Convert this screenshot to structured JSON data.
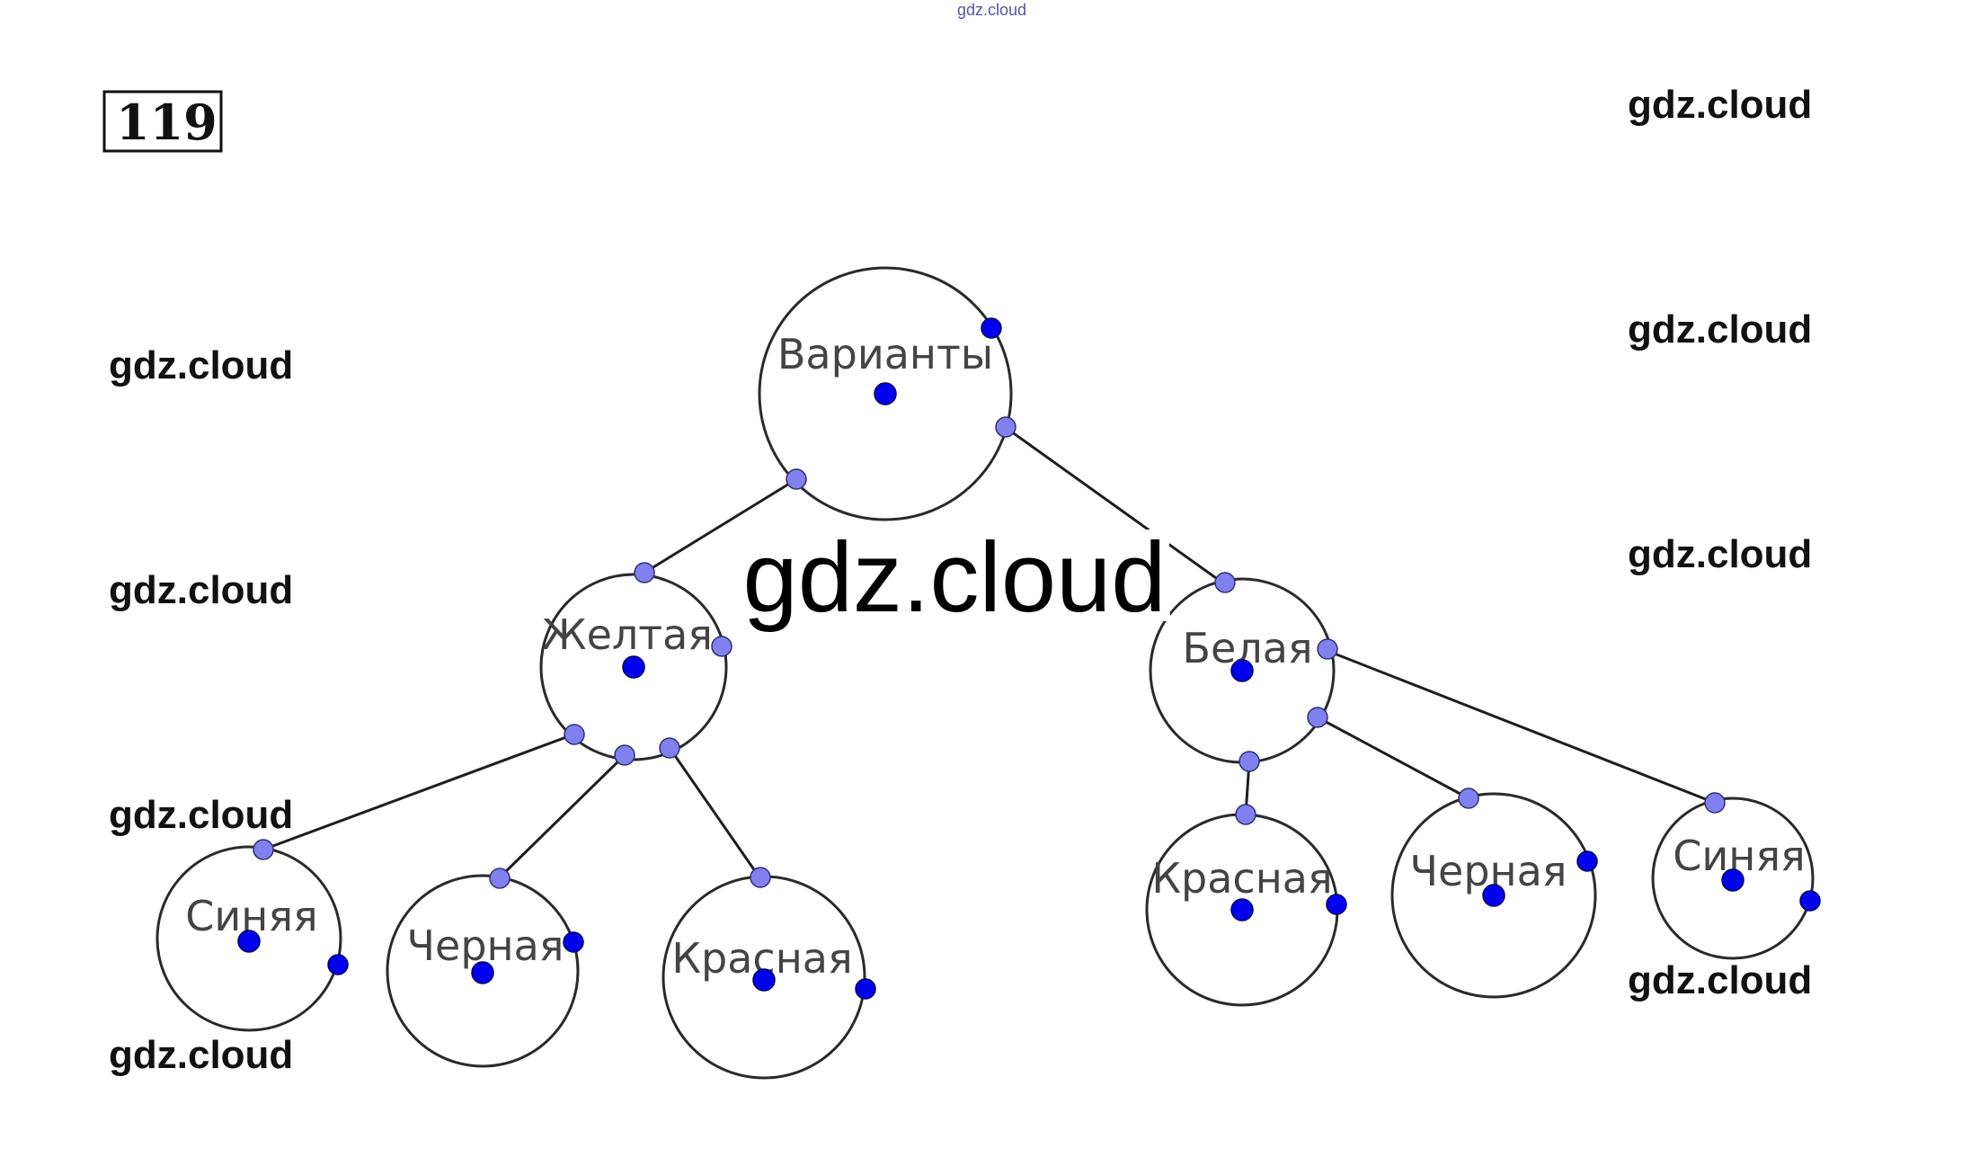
{
  "problem": {
    "number": "119"
  },
  "watermarks": {
    "top": "gdz.cloud",
    "center": "gdz.cloud",
    "side": "gdz.cloud"
  },
  "tree": {
    "root": "Варианты",
    "branches": [
      {
        "label": "Желтая",
        "children": [
          "Синяя",
          "Черная",
          "Красная"
        ]
      },
      {
        "label": "Белая",
        "children": [
          "Красная",
          "Черная",
          "Синяя"
        ]
      }
    ]
  },
  "colors": {
    "center_point": "#0000ee",
    "edge_point": "#8080ee",
    "stroke": "#2a2a2a"
  }
}
